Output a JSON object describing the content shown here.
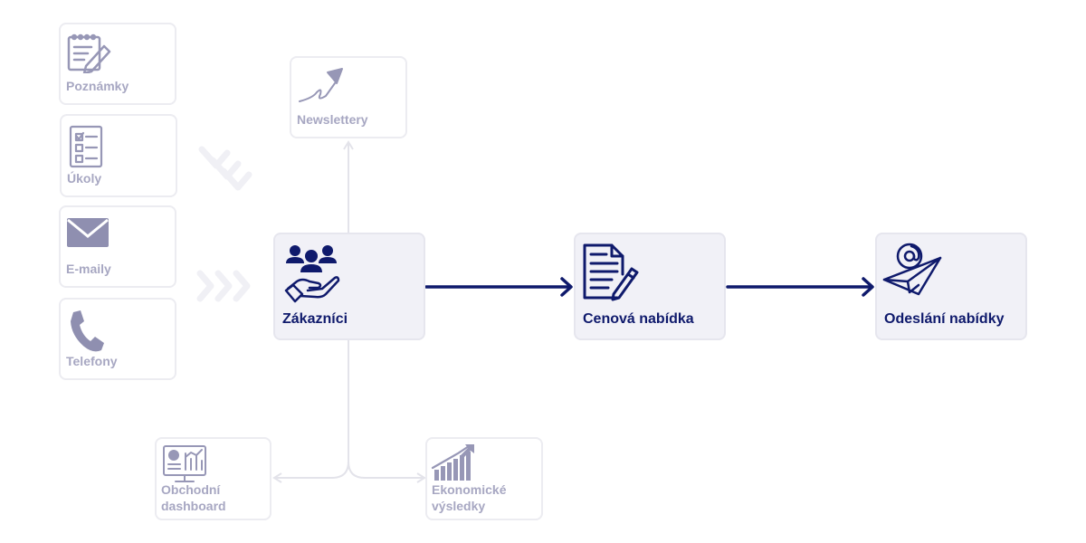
{
  "colors": {
    "main": "#0f1a6c",
    "faded": "#a7a7c2",
    "connector": "#e3e3ea",
    "main_bg": "#f1f1f7"
  },
  "sources": [
    {
      "id": "poznamky",
      "label": "Poznámky",
      "icon": "notepad-icon"
    },
    {
      "id": "ukoly",
      "label": "Úkoly",
      "icon": "checklist-icon"
    },
    {
      "id": "emaily",
      "label": "E-maily",
      "icon": "envelope-icon"
    },
    {
      "id": "telefony",
      "label": "Telefony",
      "icon": "phone-icon"
    }
  ],
  "flow": [
    {
      "id": "zakaznici",
      "label": "Zákazníci",
      "icon": "customers-hand-icon"
    },
    {
      "id": "cenova",
      "label": "Cenová nabídka",
      "icon": "document-pen-icon"
    },
    {
      "id": "odeslani",
      "label": "Odeslání nabídky",
      "icon": "email-paper-plane-icon"
    }
  ],
  "outputs": {
    "newslettery": {
      "label": "Newslettery",
      "icon": "paper-plane-icon"
    },
    "dashboard": {
      "label_line1": "Obchodní",
      "label_line2": "dashboard",
      "icon": "dashboard-monitor-icon"
    },
    "vysledky": {
      "label_line1": "Ekonomické",
      "label_line2": "výsledky",
      "icon": "growth-chart-icon"
    }
  }
}
